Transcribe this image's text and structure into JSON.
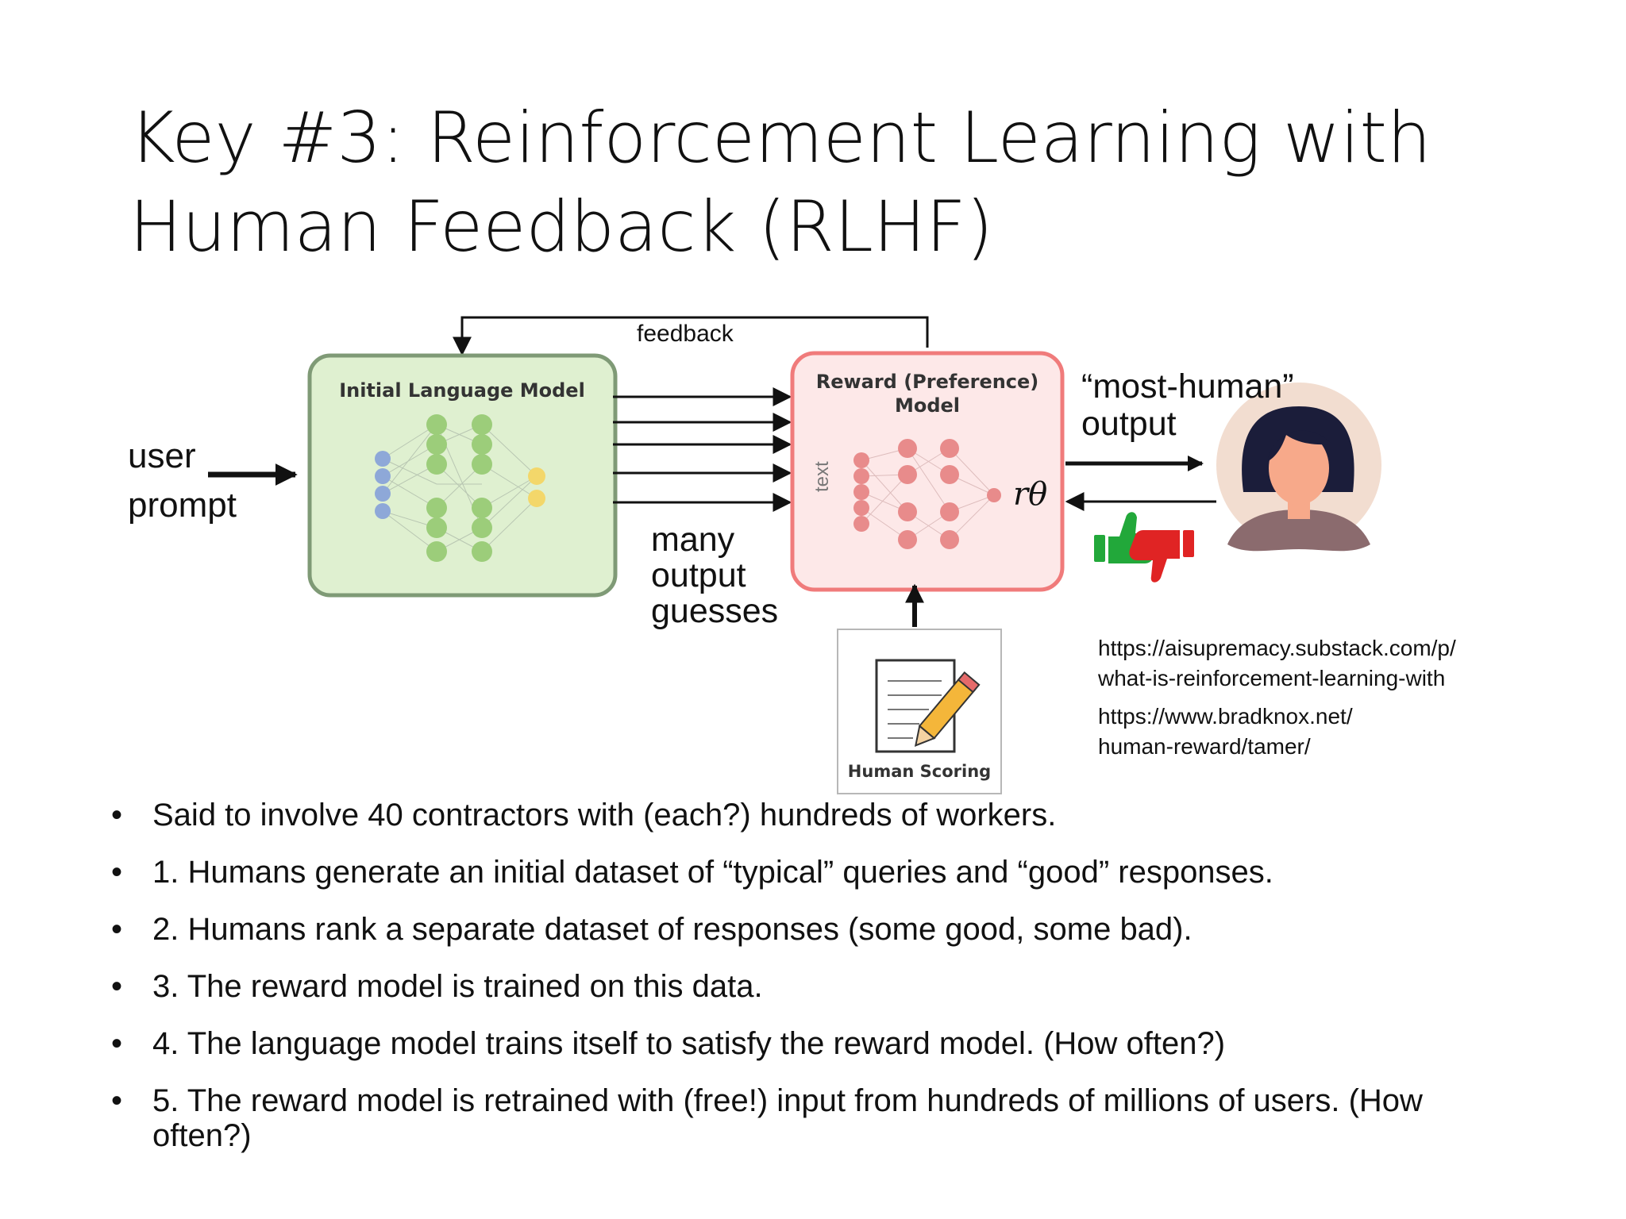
{
  "title": {
    "line1": "Key #3: Reinforcement Learning with",
    "line2": "Human Feedback (RLHF)"
  },
  "diagram": {
    "feedback_label": "feedback",
    "user_label": "user",
    "prompt_label": "prompt",
    "initial_model_title": "Initial Language Model",
    "reward_model_title_1": "Reward (Preference)",
    "reward_model_title_2": "Model",
    "text_label": "text",
    "r_theta": "rθ",
    "many_label": "many",
    "output_label": "output",
    "guesses_label": "guesses",
    "most_human_label": "“most-human”",
    "most_human_output_label": "output",
    "human_scoring_label": "Human Scoring",
    "icons": [
      "thumbs-up-icon",
      "thumbs-down-icon",
      "person-avatar-icon",
      "document-pencil-icon"
    ],
    "colors": {
      "initial_box_fill": "#dff0d0",
      "initial_box_border": "#7f9a76",
      "reward_box_fill": "#fde8e8",
      "reward_box_border": "#f07b7b",
      "green_node": "#9ccd7a",
      "blue_node": "#8ea8d8",
      "yellow_node": "#f3d76a",
      "red_node": "#e88b8b",
      "thumb_up": "#22a83a",
      "thumb_down": "#e02424"
    }
  },
  "sources": {
    "url1_line1": "https://aisupremacy.substack.com/p/",
    "url1_line2": "what-is-reinforcement-learning-with",
    "url2_line1": "https://www.bradknox.net/",
    "url2_line2": "human-reward/tamer/"
  },
  "bullets": [
    "Said to involve 40 contractors with (each?) hundreds of workers.",
    "1. Humans generate an initial dataset of “typical” queries and “good” responses.",
    "2. Humans rank a separate dataset of responses (some good, some bad).",
    "3. The reward model is trained on this data.",
    "4. The language model trains itself to satisfy the reward model. (How often?)",
    "5. The reward model is retrained with (free!) input from hundreds of millions of users. (How often?)"
  ]
}
